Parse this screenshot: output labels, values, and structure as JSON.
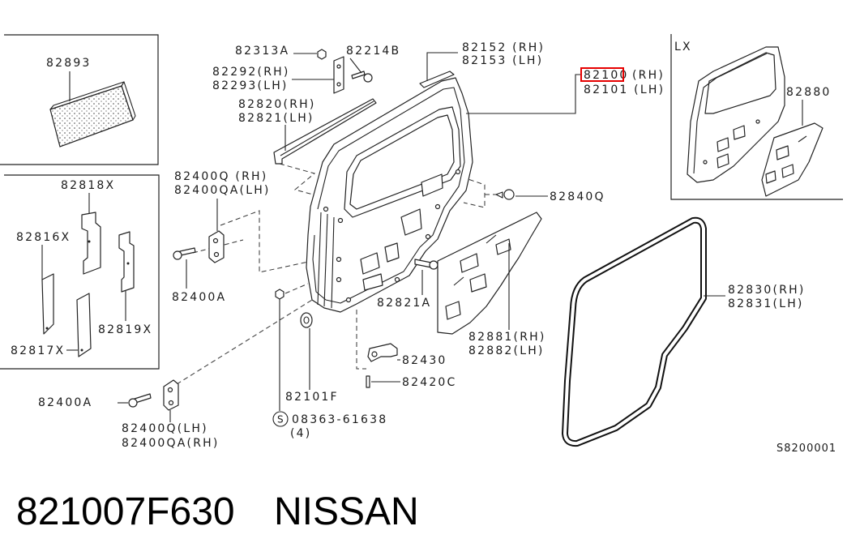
{
  "part_number": "821007F630",
  "brand": "NISSAN",
  "diagram_code": "S8200001",
  "variant_label": "LX",
  "highlight_color": "#e60000",
  "callouts": {
    "c82893": "82893",
    "c82818x": "82818X",
    "c82816x": "82816X",
    "c82819x": "82819X",
    "c82817x": "82817X",
    "c82313a": "82313A",
    "c82214b": "82214B",
    "c82292": "82292(RH)",
    "c82293": "82293(LH)",
    "c82820": "82820(RH)",
    "c82821": "82821(LH)",
    "c82400q_rh": "82400Q (RH)",
    "c82400qa_lh": "82400QA(LH)",
    "c82400a_upper": "82400A",
    "c82152": "82152 (RH)",
    "c82153": "82153 (LH)",
    "c82100_code": "82100",
    "c82100_side": "(RH)",
    "c82101": "82101 (LH)",
    "c82880": "82880",
    "c82840q": "82840Q",
    "c82821a": "82821A",
    "c82881": "82881(RH)",
    "c82882": "82882(LH)",
    "c82830": "82830(RH)",
    "c82831": "82831(LH)",
    "c82430": "82430",
    "c82420c": "82420C",
    "c82101f": "82101F",
    "screw_symbol": "S",
    "screw_code": "08363-61638",
    "screw_qty": "(4)",
    "c82400a_lower": "82400A",
    "c82400q_lh": "82400Q(LH)",
    "c82400qa_rh": "82400QA(RH)"
  }
}
